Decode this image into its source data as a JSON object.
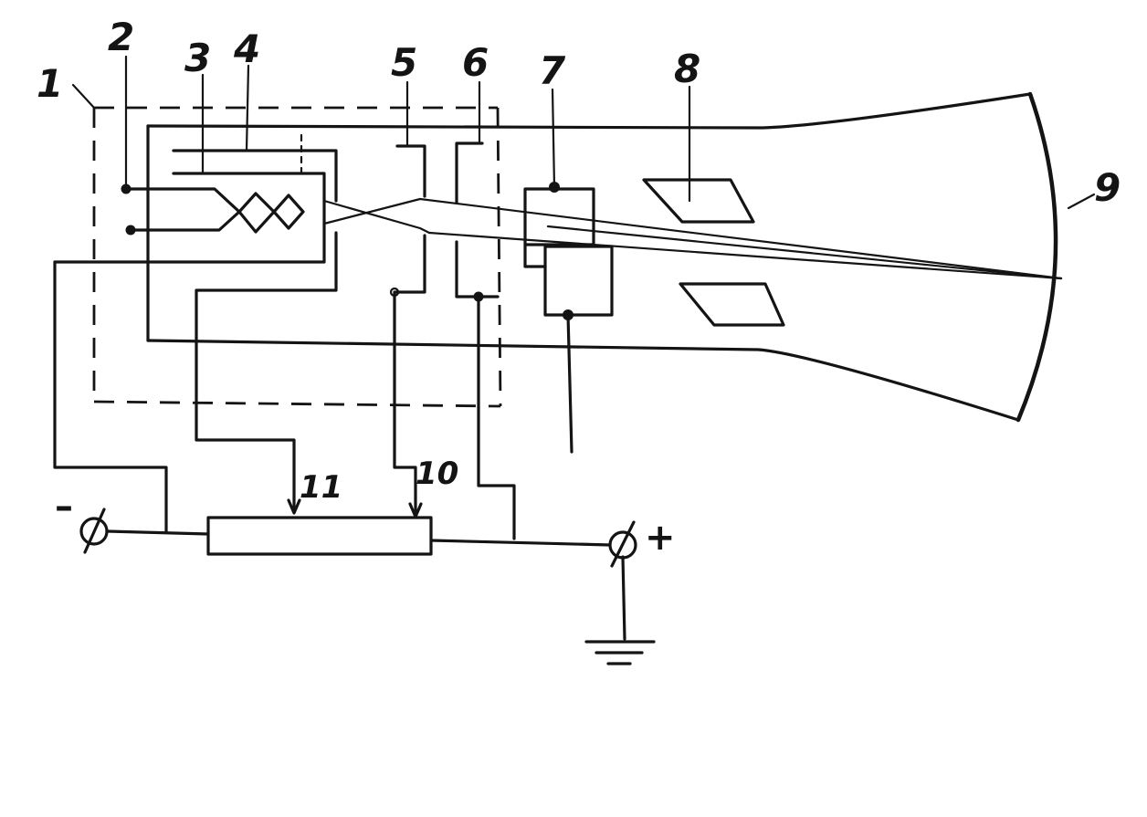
{
  "labels": {
    "l1": "1",
    "l2": "2",
    "l3": "3",
    "l4": "4",
    "l5": "5",
    "l6": "6",
    "l7": "7",
    "l8": "8",
    "l9": "9",
    "l10": "10",
    "l11": "11"
  },
  "terminals": {
    "minus": "–",
    "plus": "+"
  }
}
